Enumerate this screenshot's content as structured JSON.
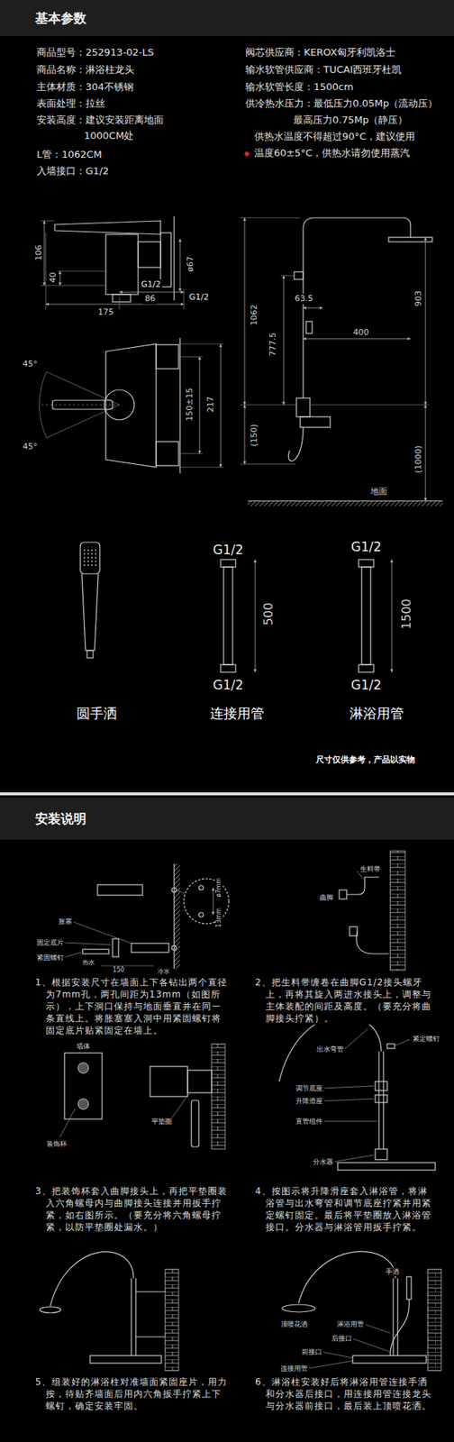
{
  "diagram": {
    "nodes": [
      {
        "text": [
          "基本参数"
        ]
      },
      {
        "text": [
          "安装说明"
        ]
      }
    ],
    "labels": [
      "商品型号：252913-02-LS",
      "商品名称：淋浴柱龙头",
      "主体材质：304不锈钢",
      "表面处理：拉丝",
      "安装高度：建议安装距离地面",
      "1000CM处",
      "L管：1062CM",
      "入墙接口：G1/2",
      "阀芯供应商：KEROX匈牙利凯洛士",
      "输水软管供应商：TUCAI西班牙杜凯",
      "输水软管长度：1500cm",
      "供冷热水压力：最低压力0.05Mp（流动压）",
      "最高压力0.75Mp（静压）",
      "供热水温度不得超过90°C，建议使用",
      "温度60±5°C，供热水请勿使用蒸汽",
      "106",
      "40",
      "ø67",
      "G1/2",
      "G1/2",
      "175",
      "86",
      "45°",
      "45°",
      "150±15",
      "217",
      "63.5",
      "1062",
      "777.5",
      "400",
      "903",
      "(150)",
      "(1000)",
      "地面",
      "G1/2",
      "500",
      "G1/2",
      "G1/2",
      "1500",
      "G1/2",
      "圆手洒",
      "连接用管",
      "淋浴用管",
      "尺寸仅供参考，产品以实物",
      "胀塞",
      "固定底片",
      "紧固螺钉",
      "热水",
      "150",
      "冷水",
      "ø7mm",
      "13mm",
      "1、根据安装尺寸在墙面上下各钻出两个直径为7mm孔，两孔间距为13mm（如图所示），上下洞口保持与地面垂直并在同一条直线上。将胀塞塞入洞中用紧固螺钉将固定底片贴紧固定在墙上。",
      "生料带",
      "曲脚",
      "2、把生料带缠卷在曲脚G1/2接头螺牙上，再将其旋入两进水接头上，调整与主体装配的间距及高度。（要充分将曲脚接头拧紧）。",
      "墙体",
      "装饰杯",
      "平垫圈",
      "3、把装饰杯套入曲脚接头上，再把平垫圈装入六角螺母内与曲脚接头连接并用扳手拧紧，如右图所示。（要充分将六角螺母拧紧，以防平垫圈处漏水。）",
      "出水弯管",
      "紧定螺钉",
      "调节底座",
      "升降滑座",
      "直管组件",
      "分水器",
      "4、按图示将升降滑座套入淋浴管，将淋浴管与出水弯管和调节底座拧紧并用紧定螺钉固定。最后将平垫圈放入淋浴管接口。分水器与淋浴管用扳手拧紧。",
      "5、组装好的淋浴柱对准墙面紧固座片，用力按，待贴齐墙面后用内六角扳手拧紧上下螺钉，确定安装牢固。",
      "手洒",
      "顶喷花洒",
      "淋浴用管",
      "后接口",
      "前接口",
      "连接用管",
      "6、淋浴柱安装好后将淋浴用管连接手洒和分水器后接口，用连接用管连接龙头与分水器前接口，最后装上顶喷花洒。"
    ]
  }
}
